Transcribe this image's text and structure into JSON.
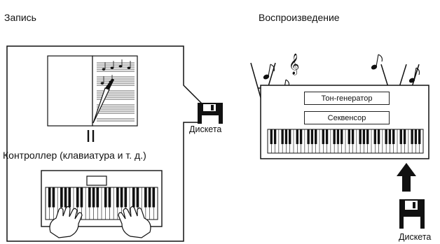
{
  "recording": {
    "heading": "Запись",
    "controller_label": "Контроллер (клавиатура и т. д.)",
    "disk_label": "Дискета"
  },
  "playback": {
    "heading": "Воспроизведение",
    "tone_generator_label": "Тон-генератор",
    "sequencer_label": "Секвенсор",
    "disk_label": "Дискета"
  },
  "icons": [
    "sheet-music-icon",
    "pen-icon",
    "floppy-disk-icon",
    "hands-icon",
    "music-note-icon",
    "treble-clef-icon",
    "arrow-up-icon"
  ]
}
